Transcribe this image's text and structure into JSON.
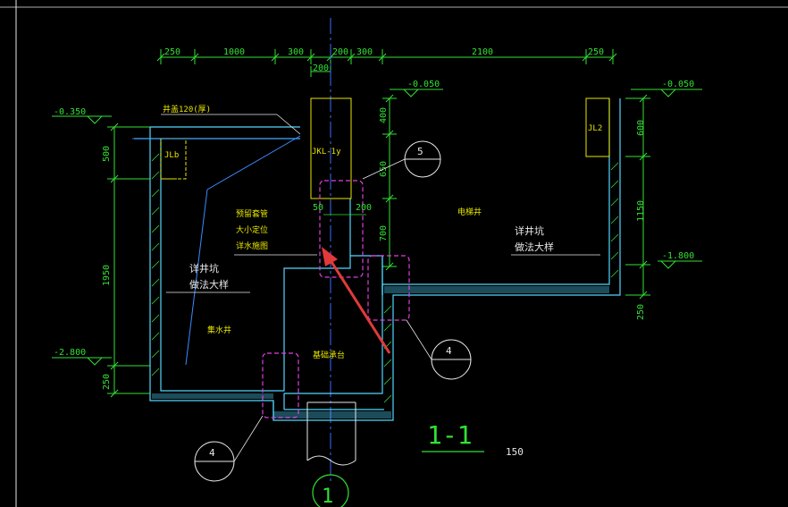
{
  "top_dims": [
    "250",
    "1000",
    "300",
    "200",
    "300",
    "2100",
    "250"
  ],
  "sub_dim": "200",
  "elevations": {
    "left_top": "-0.350",
    "left_bottom": "-2.800",
    "right_top": "-0.050",
    "right_mid": "-1.800",
    "mid_top": "-0.050"
  },
  "left_dims": [
    "500",
    "1950",
    "250"
  ],
  "right_dims": [
    "600",
    "1150",
    "250"
  ],
  "mid_dims": [
    "400",
    "650",
    "700"
  ],
  "mid_small": [
    "50",
    "200"
  ],
  "labels": {
    "cover": "井盖120(厚)",
    "jlb": "JLb",
    "jl2": "JL2",
    "jkl": "JKL-1y",
    "elevator_pit": "电梯井",
    "sump": "集水井",
    "foundation": "基础承台",
    "note_reserve_1": "预留套管",
    "note_reserve_2": "大小定位",
    "note_reserve_3": "详水施图",
    "note_left_1": "详井坑",
    "note_left_2": "做法大样",
    "note_right_1": "详井坑",
    "note_right_2": "做法大样"
  },
  "callouts": [
    "5",
    "4",
    "4"
  ],
  "axis": "1",
  "section": {
    "title": "1-1",
    "scale": "150"
  },
  "colors": {
    "bg": "#000000",
    "dim": "#33e033",
    "wall": "#4fd8ff",
    "pink": "#e040e0",
    "red": "#e23a3a",
    "yellow": "#e6e600",
    "white": "#e8e8e8",
    "axis": "#3b6bff"
  }
}
